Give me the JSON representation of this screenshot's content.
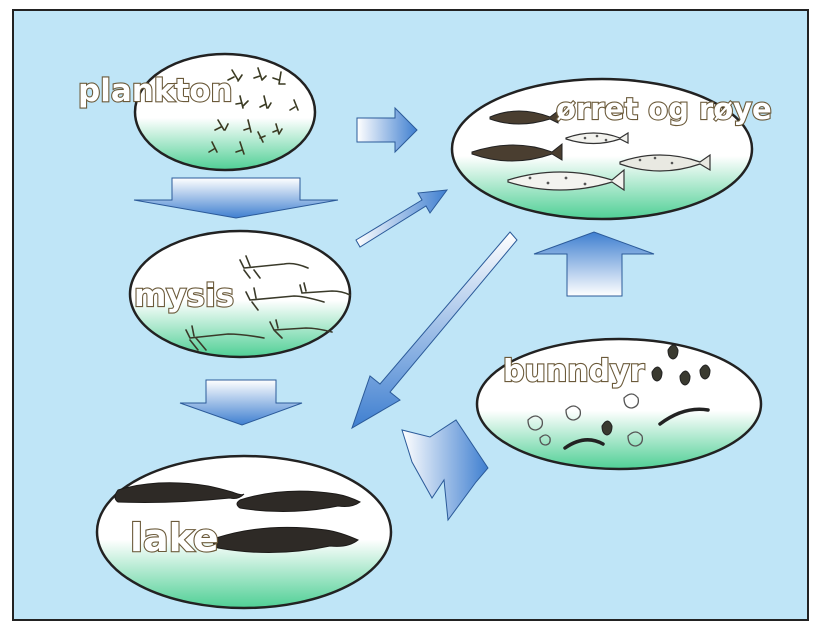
{
  "diagram": {
    "nodes": {
      "plankton": {
        "label": "plankton"
      },
      "trout": {
        "label": "ørret og røye"
      },
      "mysis": {
        "label": "mysis"
      },
      "benthos": {
        "label": "bunndyr"
      },
      "burbot": {
        "label": "lake"
      }
    },
    "colors": {
      "background": "#bfe5f7",
      "border": "#222222",
      "ellipse_top": "#ffffff",
      "ellipse_bottom": "#4fcf95",
      "arrow_light": "#ffffff",
      "arrow_dark": "#3f7fd0"
    },
    "icons": {
      "plankton": "plankton-icon",
      "trout": "fish-icon",
      "mysis": "shrimp-icon",
      "benthos": "larva-icon",
      "burbot": "burbot-icon"
    }
  }
}
